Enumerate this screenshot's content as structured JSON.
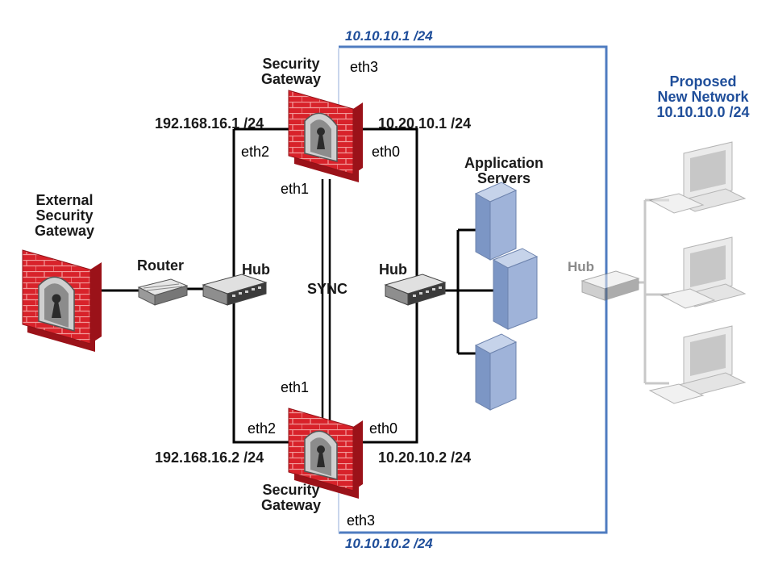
{
  "labels": {
    "sg_top": [
      "Security",
      "Gateway"
    ],
    "sg_bottom": [
      "Security",
      "Gateway"
    ],
    "external_gw": [
      "External",
      "Security",
      "Gateway"
    ],
    "router": "Router",
    "hub_left": "Hub",
    "hub_middle": "Hub",
    "hub_right": "Hub",
    "sync": "SYNC",
    "app_servers": [
      "Application",
      "Servers"
    ],
    "proposed": [
      "Proposed",
      "New Network",
      "10.10.10.0 /24"
    ]
  },
  "addresses": {
    "top_eth3": "10.10.10.1 /24",
    "bottom_eth3": "10.10.10.2 /24",
    "top_eth2": "192.168.16.1 /24",
    "top_eth0": "10.20.10.1 /24",
    "bottom_eth2": "192.168.16.2 /24",
    "bottom_eth0": "10.20.10.2 /24"
  },
  "interfaces": {
    "top_eth3": "eth3",
    "top_eth2": "eth2",
    "top_eth0": "eth0",
    "top_eth1": "eth1",
    "bottom_eth1": "eth1",
    "bottom_eth2": "eth2",
    "bottom_eth0": "eth0",
    "bottom_eth3": "eth3"
  },
  "colors": {
    "firewall_red": "#d8222a",
    "link_blue": "#4f7cc0",
    "text_blue": "#1f4e9a",
    "server_blue": "#8fa7cf",
    "proposed_gray": "#c8c8c8"
  }
}
